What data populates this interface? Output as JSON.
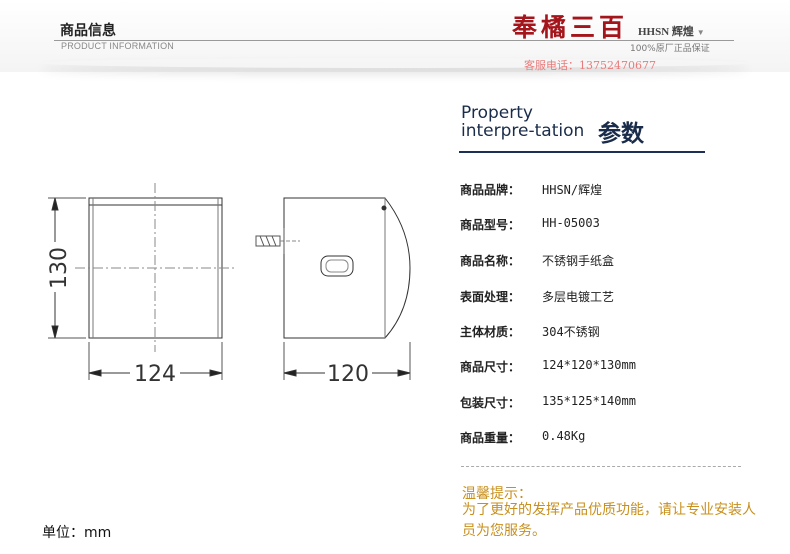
{
  "header": {
    "title": "商品信息",
    "subtitle": "PRODUCT INFORMATION",
    "calligraphy": "奉橘三百",
    "brand": "HHSN 辉煌",
    "brand_arrow": "▼",
    "guarantee": "100%原厂正品保证",
    "service_phone": "客服电话：13752470677"
  },
  "property": {
    "title_line1": "Property",
    "title_line2": "interpre-tation",
    "title_cn": "参数"
  },
  "specs": [
    {
      "key": "商品品牌：",
      "value": "HHSN/辉煌"
    },
    {
      "key": "商品型号：",
      "value": "HH-05003"
    },
    {
      "key": "商品名称：",
      "value": "不锈钢手纸盒"
    },
    {
      "key": "表面处理：",
      "value": "多层电镀工艺"
    },
    {
      "key": "主体材质：",
      "value": "304不锈钢"
    },
    {
      "key": "商品尺寸：",
      "value": "124*120*130mm"
    },
    {
      "key": "包装尺寸：",
      "value": "135*125*140mm"
    },
    {
      "key": "商品重量：",
      "value": "0.48Kg"
    }
  ],
  "tip": {
    "title": "温馨提示：",
    "body": "为了更好的发挥产品优质功能，请让专业安装人员为您服务。"
  },
  "drawing": {
    "height_label": "130",
    "width_label": "124",
    "depth_label": "120"
  },
  "unit_label": "单位：mm"
}
